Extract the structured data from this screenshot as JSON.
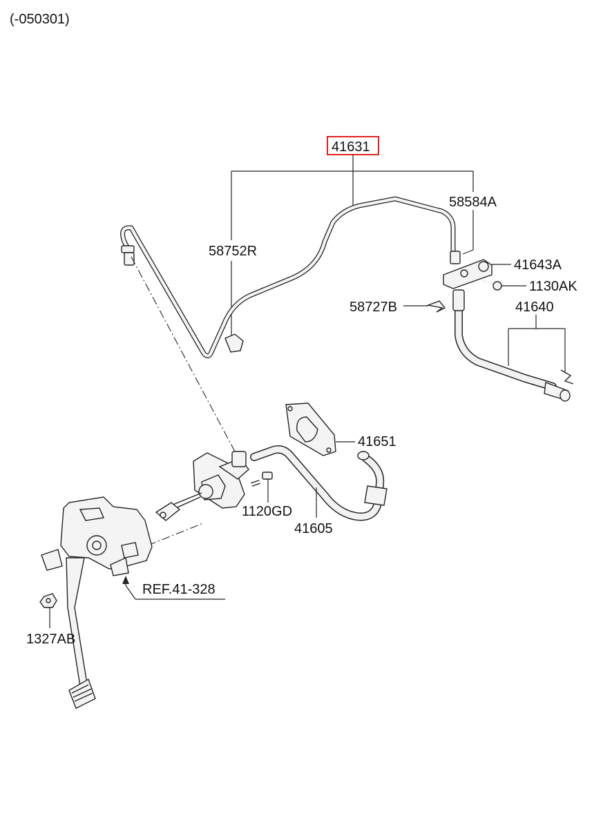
{
  "header": {
    "date_range": "(-050301)"
  },
  "parts": {
    "p41631": "41631",
    "p58584A": "58584A",
    "p58752R": "58752R",
    "p41643A": "41643A",
    "p1130AK": "1130AK",
    "p58727B": "58727B",
    "p41640": "41640",
    "p41651": "41651",
    "p1120GD": "1120GD",
    "p41605": "41605",
    "pREF": "REF.41-328",
    "p1327AB": "1327AB"
  },
  "colors": {
    "highlight_box": "#e0201e",
    "line": "#222222"
  }
}
